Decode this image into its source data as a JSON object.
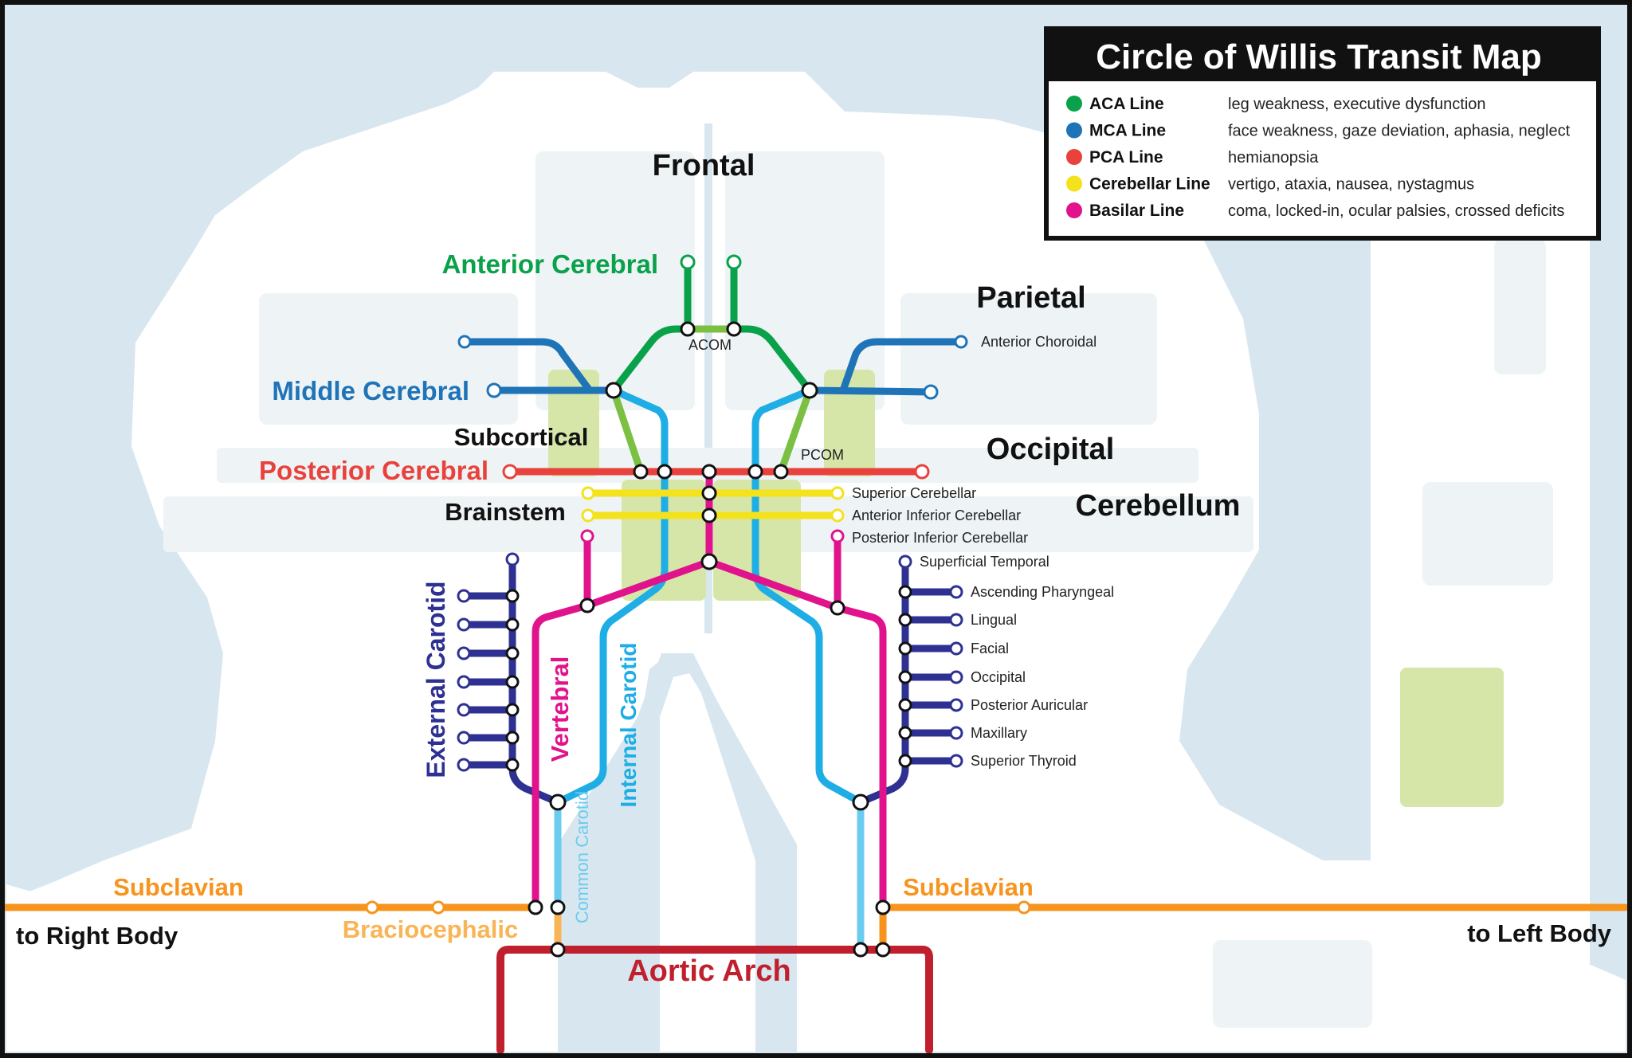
{
  "title": "Circle of Willis Transit Map",
  "colors": {
    "aca": "#0aa14b",
    "aca_light": "#7bc043",
    "mca": "#1f74b8",
    "pca": "#e9423d",
    "cerebellar": "#f4e21c",
    "basilar": "#e0138c",
    "ica": "#1eaee5",
    "common_carotid": "#6ccbf0",
    "eca": "#2e3191",
    "subclavian": "#f7941d",
    "braciocephalic": "#f9b455",
    "aortic": "#c0202e",
    "bg_water": "#d8e7ef",
    "land": "#ffffff",
    "panel": "#eef4f6",
    "park": "#d6e6a8"
  },
  "legend": [
    {
      "name": "ACA Line",
      "color": "#0aa14b",
      "desc": "leg weakness, executive dysfunction"
    },
    {
      "name": "MCA Line",
      "color": "#1f74b8",
      "desc": "face weakness, gaze deviation, aphasia, neglect"
    },
    {
      "name": "PCA Line",
      "color": "#e9423d",
      "desc": "hemianopsia"
    },
    {
      "name": "Cerebellar Line",
      "color": "#f4e21c",
      "desc": "vertigo, ataxia, nausea, nystagmus"
    },
    {
      "name": "Basilar Line",
      "color": "#e0138c",
      "desc": "coma, locked-in, ocular palsies, crossed deficits"
    }
  ],
  "regions": {
    "frontal": "Frontal",
    "parietal": "Parietal",
    "subcortical": "Subcortical",
    "occipital": "Occipital",
    "brainstem": "Brainstem",
    "cerebellum": "Cerebellum"
  },
  "lines": {
    "anterior_cerebral": "Anterior Cerebral",
    "middle_cerebral": "Middle Cerebral",
    "posterior_cerebral": "Posterior Cerebral",
    "external_carotid": "External Carotid",
    "vertebral": "Vertebral",
    "internal_carotid": "Internal Carotid",
    "common_carotid": "Common Carotid",
    "subclavian_right": "Subclavian",
    "subclavian_left": "Subclavian",
    "braciocephalic": "Braciocephalic",
    "aortic_arch": "Aortic Arch",
    "to_right_body": "to Right Body",
    "to_left_body": "to Left Body"
  },
  "stations": {
    "acom": "ACOM",
    "pcom": "PCOM",
    "anterior_choroidal": "Anterior Choroidal",
    "superior_cerebellar": "Superior Cerebellar",
    "anterior_inferior_cerebellar": "Anterior Inferior Cerebellar",
    "posterior_inferior_cerebellar": "Posterior Inferior Cerebellar",
    "eca_branches": [
      "Superficial Temporal",
      "Ascending Pharyngeal",
      "Lingual",
      "Facial",
      "Occipital",
      "Posterior Auricular",
      "Maxillary",
      "Superior Thyroid"
    ]
  }
}
